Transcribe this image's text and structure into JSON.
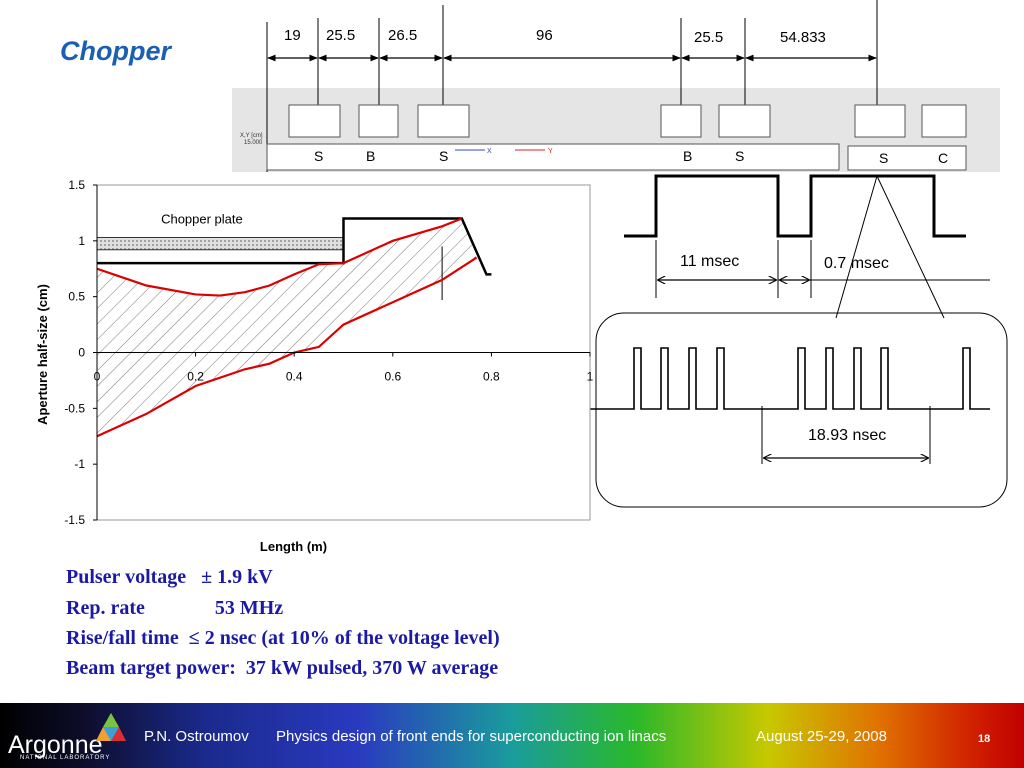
{
  "slide": {
    "title": "Chopper"
  },
  "dimensions": [
    "19",
    "25.5",
    "26.5",
    "96",
    "25.5",
    "54.833"
  ],
  "strip": {
    "axis_label": "X,Y [cm]",
    "axis_value": "15.000",
    "elements": [
      "S",
      "B",
      "S",
      "B",
      "S",
      "S",
      "C"
    ],
    "legend_x": "X",
    "legend_y": "Y"
  },
  "timing": {
    "long_label": "11 msec",
    "gap_label": "0.7 msec",
    "micro_label": "18.93  nsec"
  },
  "chart_data": {
    "type": "line",
    "xlabel": "Length (m)",
    "ylabel": "Aperture half-size (cm)",
    "xlim": [
      0,
      1
    ],
    "ylim": [
      -1.5,
      1.5
    ],
    "xticks": [
      "0",
      "0.2",
      "0.4",
      "0.6",
      "0.8",
      "1"
    ],
    "yticks": [
      "1.5",
      "1",
      "0.5",
      "0",
      "-0.5",
      "-1",
      "-1.5"
    ],
    "annotation": "Chopper plate",
    "plate_outline": {
      "x": [
        0,
        0.5,
        0.5,
        0.74,
        0.79,
        0.8
      ],
      "y": [
        0.8,
        0.8,
        1.2,
        1.2,
        0.7,
        0.7
      ]
    },
    "series": [
      {
        "x": [
          0,
          0.1,
          0.2,
          0.25,
          0.3,
          0.35,
          0.4,
          0.45,
          0.5,
          0.6,
          0.7,
          0.74
        ],
        "y": [
          0.75,
          0.6,
          0.52,
          0.51,
          0.54,
          0.6,
          0.7,
          0.79,
          0.8,
          1.0,
          1.13,
          1.2
        ],
        "color": "#dd0000"
      },
      {
        "x": [
          0,
          0.1,
          0.2,
          0.3,
          0.35,
          0.4,
          0.45,
          0.5,
          0.6,
          0.7,
          0.77
        ],
        "y": [
          -0.75,
          -0.55,
          -0.3,
          -0.15,
          -0.1,
          0.0,
          0.05,
          0.25,
          0.45,
          0.65,
          0.85
        ],
        "color": "#dd0000"
      }
    ],
    "marker_line_x": 0.7
  },
  "specs": [
    "Pulser voltage   ± 1.9 kV",
    "Rep. rate              53 MHz",
    "Rise/fall time  ≤ 2 nsec (at 10% of the voltage level)",
    "Beam target power:  37 kW pulsed, 370 W average"
  ],
  "footer": {
    "logo": "Argonne",
    "logo_sub": "NATIONAL LABORATORY",
    "author": "P.N. Ostroumov",
    "talk": "Physics design of front ends for superconducting ion linacs",
    "date": "August 25-29, 2008",
    "page": "18"
  },
  "colors": {
    "title": "#1a5fb4",
    "specs": "#1a1aa6",
    "curve": "#dd0000"
  },
  "icons": [
    "argonne-logo-icon"
  ]
}
